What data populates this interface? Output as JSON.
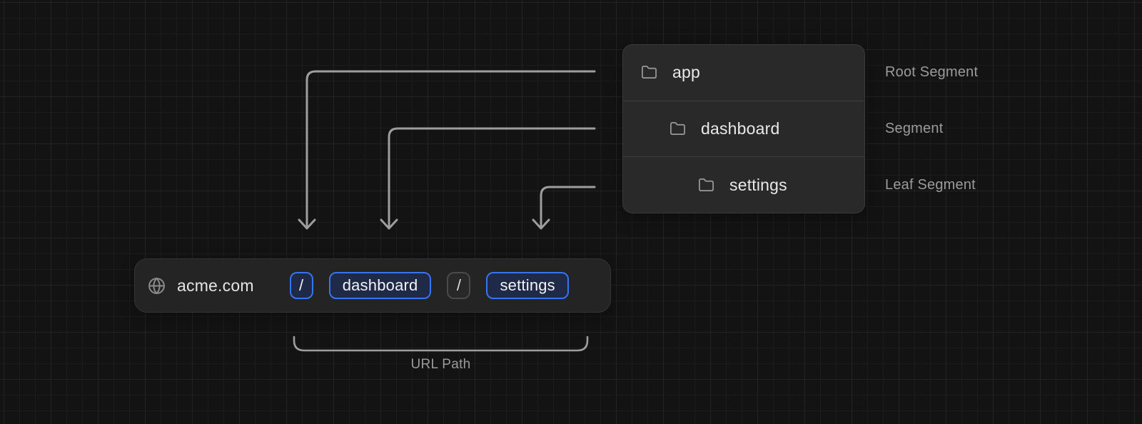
{
  "diagram": {
    "title": "route-segments-to-url-path",
    "file_tree": {
      "rows": [
        {
          "label": "app",
          "annotation": "Root Segment"
        },
        {
          "label": "dashboard",
          "annotation": "Segment"
        },
        {
          "label": "settings",
          "annotation": "Leaf Segment"
        }
      ]
    },
    "url_bar": {
      "domain": "acme.com",
      "segments": [
        {
          "text": "/",
          "style": "highlight"
        },
        {
          "text": "dashboard",
          "style": "highlight"
        },
        {
          "text": "/",
          "style": "muted"
        },
        {
          "text": "settings",
          "style": "highlight"
        }
      ]
    },
    "caption": "URL Path",
    "icons": [
      "folder-icon",
      "globe-icon",
      "arrow-down-connector",
      "bracket"
    ],
    "colors": {
      "background": "#131313",
      "grid_line": "#1c1c1c",
      "panel_bg": "#292929",
      "panel_divider": "#3c3c3c",
      "accent_blue": "#3575f0",
      "chip_blue_bg": "#1e2a47",
      "chip_muted_border": "#4a4a4a",
      "connector_gray": "#9e9e9e",
      "text_primary": "#e9e9e9",
      "text_secondary": "#9b9b9b"
    }
  }
}
